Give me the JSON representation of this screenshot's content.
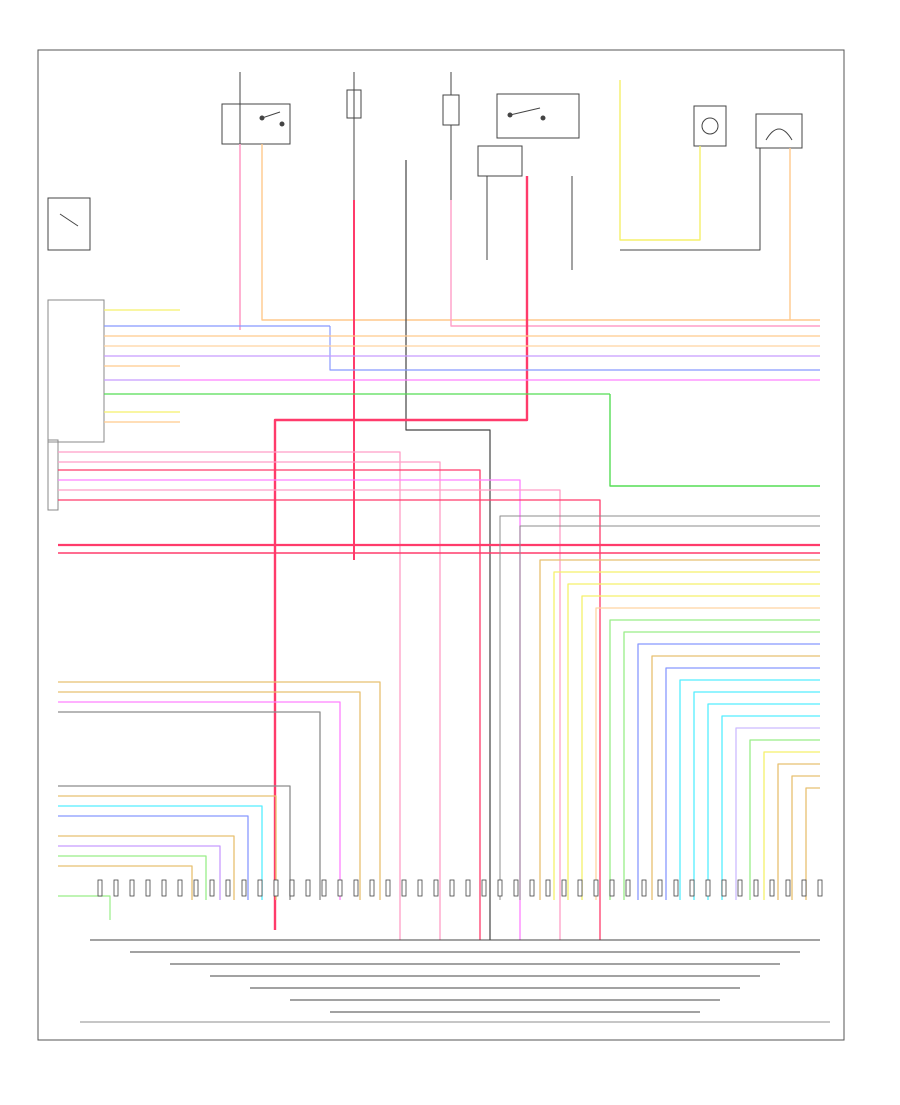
{
  "diagram": {
    "title": "",
    "bottom_label": "",
    "corner_label": "",
    "colors": {
      "border": "#555555",
      "wire_dark": "#444444",
      "wire_gray": "#8c8c8c",
      "pink": "#ff9ec7",
      "red": "#ff3b6b",
      "yellow": "#f5f06a",
      "orange": "#ffc98c",
      "blue": "#8899ff",
      "purple": "#c89cff",
      "magenta": "#ff80ff",
      "green": "#55dd55",
      "lightgreen": "#99ee88",
      "cyan": "#55eeff",
      "tan": "#e8c070",
      "peach": "#ffd4a0",
      "lavender": "#ccbbff"
    },
    "components": [
      {
        "id": "switch-top-left",
        "icon": "switch-icon"
      },
      {
        "id": "fuse-block-a",
        "icon": "fuse-icon"
      },
      {
        "id": "fuse-block-b",
        "icon": "fuse-icon"
      },
      {
        "id": "relay-top-center",
        "icon": "relay-icon"
      },
      {
        "id": "sensor-top-right-a",
        "icon": "sensor-icon"
      },
      {
        "id": "sensor-top-right-b",
        "icon": "sensor-icon"
      },
      {
        "id": "switch-left-side",
        "icon": "switch-icon"
      },
      {
        "id": "module-left-connector",
        "icon": "connector-icon"
      },
      {
        "id": "module-bottom-connector",
        "icon": "connector-icon"
      }
    ]
  }
}
